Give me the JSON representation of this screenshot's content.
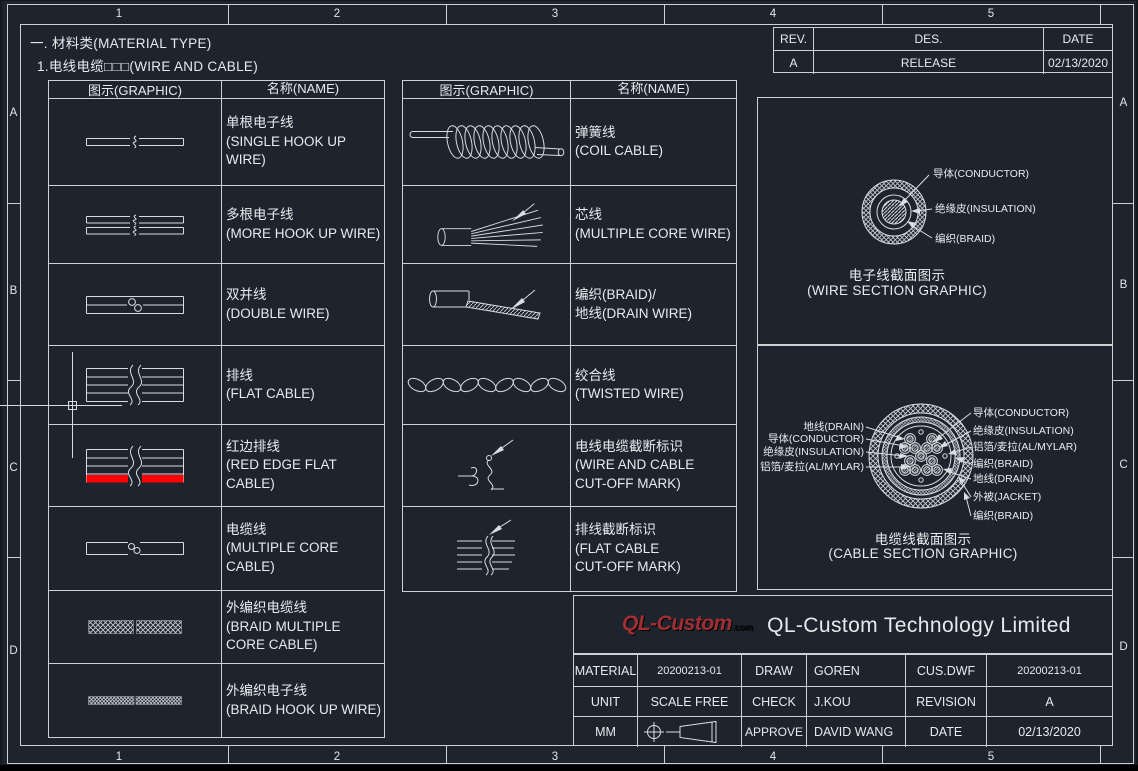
{
  "page": {
    "title_line1": "一. 材料类(MATERIAL TYPE)",
    "title_line2": "1.电线电缆□□□(WIRE AND CABLE)"
  },
  "border": {
    "top_zones": [
      "1",
      "2",
      "3",
      "4",
      "5"
    ],
    "bottom_zones": [
      "1",
      "2",
      "3",
      "4",
      "5"
    ],
    "left_zones": [
      "A",
      "B",
      "C",
      "D"
    ],
    "right_zones": [
      "A",
      "B",
      "C",
      "D"
    ]
  },
  "rev_table": {
    "headers": [
      "REV.",
      "DES.",
      "DATE"
    ],
    "row": [
      "A",
      "RELEASE",
      "02/13/2020"
    ]
  },
  "left_table": {
    "headers": [
      "图示(GRAPHIC)",
      "名称(NAME)"
    ],
    "rows": [
      {
        "icon": "single-hook-up-wire",
        "cn": "单根电子线",
        "en": "(SINGLE HOOK UP WIRE)"
      },
      {
        "icon": "more-hook-up-wire",
        "cn": "多根电子线",
        "en": "(MORE HOOK UP WIRE)"
      },
      {
        "icon": "double-wire",
        "cn": "双并线",
        "en": "(DOUBLE WIRE)"
      },
      {
        "icon": "flat-cable",
        "cn": "排线",
        "en": "(FLAT CABLE)"
      },
      {
        "icon": "red-edge-flat-cable",
        "cn": "红边排线",
        "en": "(RED EDGE FLAT CABLE)"
      },
      {
        "icon": "multiple-core-cable",
        "cn": "电缆线",
        "en": "(MULTIPLE CORE CABLE)"
      },
      {
        "icon": "braid-multiple-core-cable",
        "cn": "外编织电缆线",
        "en": "(BRAID MULTIPLE",
        "en2": "CORE CABLE)"
      },
      {
        "icon": "braid-hook-up-wire",
        "cn": "外编织电子线",
        "en": "(BRAID  HOOK UP WIRE)"
      }
    ]
  },
  "middle_table": {
    "headers": [
      "图示(GRAPHIC)",
      "名称(NAME)"
    ],
    "rows": [
      {
        "icon": "coil-cable",
        "cn": "弹簧线",
        "en": "(COIL CABLE)"
      },
      {
        "icon": "multiple-core-wire",
        "cn": "芯线",
        "en": "(MULTIPLE CORE WIRE)"
      },
      {
        "icon": "braid-drain-wire",
        "cn": "编织(BRAID)/",
        "en": "地线(DRAIN WIRE)"
      },
      {
        "icon": "twisted-wire",
        "cn": "绞合线",
        "en": "(TWISTED WIRE)"
      },
      {
        "icon": "wire-cable-cut-off-mark",
        "cn": "电线电缆截断标识",
        "en": "(WIRE AND CABLE",
        "en2": "CUT-OFF MARK)"
      },
      {
        "icon": "flat-cable-cut-off-mark",
        "cn": "排线截断标识",
        "en": "(FLAT CABLE",
        "en2": "CUT-OFF MARK)"
      }
    ]
  },
  "wire_section": {
    "labels": [
      "导体(CONDUCTOR)",
      "绝缘皮(INSULATION)",
      "编织(BRAID)"
    ],
    "caption_cn": "电子线截面图示",
    "caption_en": "(WIRE SECTION GRAPHIC)"
  },
  "cable_section": {
    "left_labels": [
      "地线(DRAIN)",
      "导体(CONDUCTOR)",
      "绝缘皮(INSULATION)",
      "铝箔/麦拉(AL/MYLAR)"
    ],
    "right_labels": [
      "导体(CONDUCTOR)",
      "绝缘皮(INSULATION)",
      "铝箔/麦拉(AL/MYLAR)",
      "编织(BRAID)",
      "地线(DRAIN)",
      "外被(JACKET)",
      "编织(BRAID)"
    ],
    "caption_cn": "电缆线截面图示",
    "caption_en": "(CABLE SECTION GRAPHIC)"
  },
  "title_block": {
    "logo_text": "QL-Custom",
    "logo_suffix": ".com",
    "company": "QL-Custom Technology Limited",
    "material_label": "MATERIAL",
    "material_value": "20200213-01",
    "draw_label": "DRAW",
    "draw_value": "GOREN",
    "cusdwf_label": "CUS.DWF",
    "cusdwf_value": "20200213-01",
    "unit_label": "UNIT",
    "scale_value": "SCALE FREE",
    "check_label": "CHECK",
    "check_value": "J.KOU",
    "revision_label": "REVISION",
    "revision_value": "A",
    "mm_label": "MM",
    "approve_label": "APPROVE",
    "approve_value": "DAVID WANG",
    "date_label": "DATE",
    "date_value": "02/13/2020"
  },
  "colors": {
    "red_stripe": "#fe0000",
    "logo_red": "#a22e33",
    "line": "#ccd1d6",
    "background": "#1d242d"
  }
}
